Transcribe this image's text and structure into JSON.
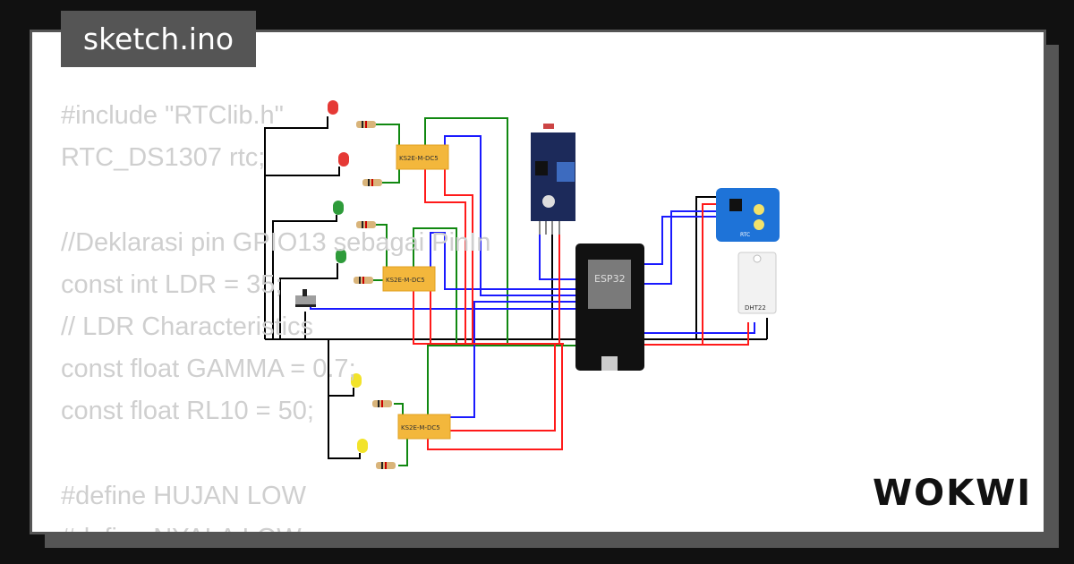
{
  "title": "sketch.ino",
  "code_lines": [
    "#include \"RTClib.h\"",
    "RTC_DS1307 rtc;",
    "",
    "//Deklarasi pin GPIO13 sebagai PinIn",
    "const int LDR = 35;",
    "// LDR Characteristics",
    "const float GAMMA = 0.7;",
    "const float RL10 = 50;",
    "",
    "#define HUJAN LOW",
    "#define NYALA LOW"
  ],
  "circuit": {
    "relay_label": "KS2E-M-DC5",
    "mcu_label": "ESP32",
    "rtc_label": "RTC",
    "sensor_label": "DHT22",
    "led_colors": [
      "#e53935",
      "#e53935",
      "#2e9b3a",
      "#2e9b3a",
      "#f2e32a",
      "#f2e32a"
    ],
    "wire_colors": {
      "black": "#000000",
      "green": "#118811",
      "blue": "#1a1aff",
      "red": "#ff1a1a"
    }
  },
  "logo": "WOKWI"
}
